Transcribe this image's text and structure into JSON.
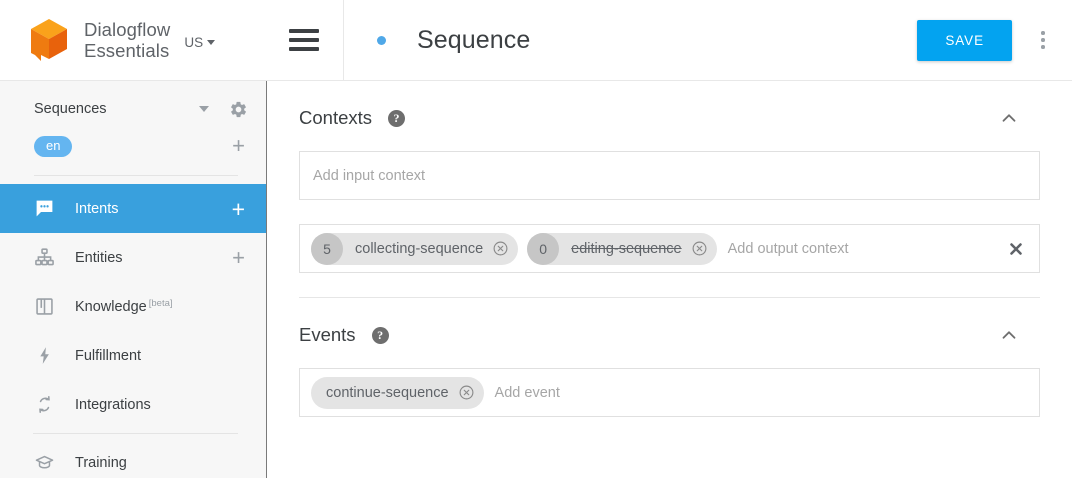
{
  "brand": {
    "logo_icon": "dialogflow-cube-logo",
    "name_line1": "Dialogflow",
    "name_line2": "Essentials",
    "region": "US",
    "region_caret_icon": "caret-down-icon"
  },
  "sidebar": {
    "agent": {
      "name": "Sequences",
      "dropdown_icon": "caret-down-icon",
      "settings_icon": "gear-icon"
    },
    "language": {
      "chip": "en",
      "add_icon": "plus-icon"
    },
    "items": [
      {
        "label": "Intents",
        "icon": "chat-bubble-icon",
        "active": true,
        "add_icon": "plus-icon"
      },
      {
        "label": "Entities",
        "icon": "hierarchy-icon",
        "active": false,
        "add_icon": "plus-icon"
      },
      {
        "label": "Knowledge",
        "icon": "book-icon",
        "active": false,
        "badge": "[beta]"
      },
      {
        "label": "Fulfillment",
        "icon": "lightning-bolt-icon",
        "active": false
      },
      {
        "label": "Integrations",
        "icon": "refresh-arrows-icon",
        "active": false
      },
      {
        "label": "Training",
        "icon": "graduation-cap-icon",
        "active": false
      }
    ]
  },
  "topbar": {
    "menu_icon": "hamburger-menu-icon",
    "status_dot": "status-dot",
    "title": "Sequence",
    "save_label": "SAVE",
    "more_icon": "kebab-menu-icon"
  },
  "sections": {
    "contexts": {
      "title": "Contexts",
      "help_icon": "help-circle-icon",
      "collapse_icon": "chevron-up-icon",
      "input": {
        "placeholder": "Add input context",
        "chips": []
      },
      "output": {
        "placeholder": "Add output context",
        "clear_icon": "close-x-icon",
        "chips": [
          {
            "lifespan": "5",
            "label": "collecting-sequence",
            "struck": false,
            "remove_icon": "remove-circle-icon"
          },
          {
            "lifespan": "0",
            "label": "editing-sequence",
            "struck": true,
            "remove_icon": "remove-circle-icon"
          }
        ]
      }
    },
    "events": {
      "title": "Events",
      "help_icon": "help-circle-icon",
      "collapse_icon": "chevron-up-icon",
      "placeholder": "Add event",
      "chips": [
        {
          "label": "continue-sequence",
          "remove_icon": "remove-circle-icon"
        }
      ]
    }
  },
  "colors": {
    "accent_blue": "#03a3f0",
    "nav_active_blue": "#39a0dd",
    "lang_chip_blue": "#64b5f0",
    "logo_orange": "#ef7b10",
    "chip_grey": "#e4e4e4"
  }
}
